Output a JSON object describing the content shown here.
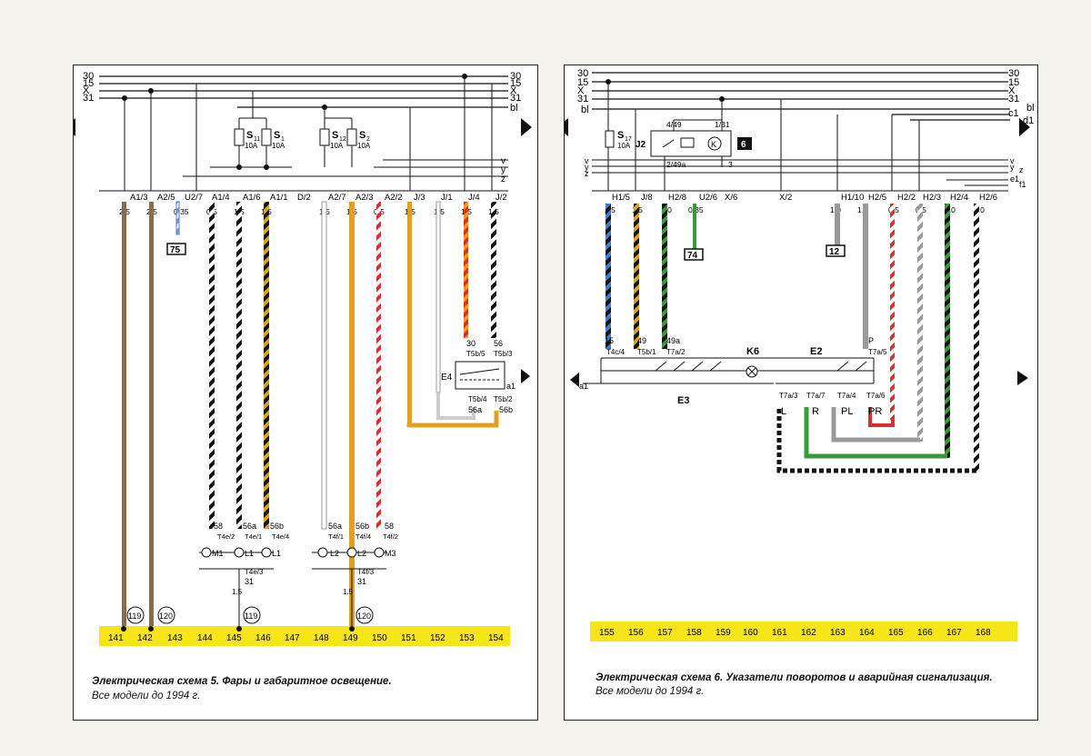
{
  "left": {
    "bus_labels_left": [
      "30",
      "15",
      "X",
      "31"
    ],
    "bus_labels_right": [
      "30",
      "15",
      "X",
      "31",
      "bl"
    ],
    "fuses": [
      {
        "name": "S",
        "sub": "11",
        "rating": "10A"
      },
      {
        "name": "S",
        "sub": "1",
        "rating": "10A"
      },
      {
        "name": "S",
        "sub": "12",
        "rating": "10A"
      },
      {
        "name": "S",
        "sub": "2",
        "rating": "10A"
      }
    ],
    "rail_labels": [
      "v",
      "y",
      "z"
    ],
    "terminals": [
      "A1/3",
      "A2/5",
      "U2/7",
      "A1/4",
      "A1/6",
      "A1/1",
      "D/2",
      "A2/7",
      "A2/3",
      "A2/2",
      "J/3",
      "J/1",
      "J/4",
      "J/2"
    ],
    "gauges": [
      "2.5",
      "2.5",
      "0.35",
      "0.5",
      "1.5",
      "1.5",
      "1.5",
      "1.5",
      "0.5",
      "1.5",
      "1.5",
      "1.5",
      "1.5"
    ],
    "ref_box": "75",
    "switch_name": "E4",
    "switch_labels": [
      "30",
      "T5b/5",
      "56",
      "T5b/3",
      "a1",
      "T5b/4",
      "T5b/2",
      "56a",
      "56b"
    ],
    "lamps": [
      {
        "pin": "58",
        "conn": "T4e/2",
        "name": "M1"
      },
      {
        "pin": "56a",
        "conn": "T4e/1",
        "name": "L1"
      },
      {
        "pin": "56b",
        "conn": "T4e/4",
        "name": "L1"
      },
      {
        "pin": "56a",
        "conn": "T4f/1",
        "name": "L2"
      },
      {
        "pin": "56b",
        "conn": "T4f/4",
        "name": "L2"
      },
      {
        "pin": "58",
        "conn": "T4f/2",
        "name": "M3"
      }
    ],
    "ground_labels": [
      "T4e/3",
      "31",
      "1.5",
      "T4f/3",
      "31",
      "1.5"
    ],
    "circles": [
      "119",
      "120",
      "119",
      "120"
    ],
    "numbers": [
      "141",
      "142",
      "143",
      "144",
      "145",
      "146",
      "147",
      "148",
      "149",
      "150",
      "151",
      "152",
      "153",
      "154"
    ],
    "caption_title": "Электрическая схема 5. Фары и габаритное освещение.",
    "caption_sub": "Все модели до 1994 г."
  },
  "right": {
    "bus_labels_left": [
      "30",
      "15",
      "X",
      "31",
      "bl"
    ],
    "bus_labels_right": [
      "30",
      "15",
      "X",
      "31",
      "bl",
      "c1",
      "d1"
    ],
    "fuse": {
      "name": "S",
      "sub": "17",
      "rating": "10A"
    },
    "relay": {
      "name": "J2",
      "pins": [
        "4/49",
        "1/31",
        "2/49a",
        "3"
      ],
      "badge": "6"
    },
    "rail_labels_left": [
      "v",
      "y",
      "z"
    ],
    "rail_labels_right": [
      "v",
      "y",
      "z",
      "e1",
      "f1"
    ],
    "terminals": [
      "H1/5",
      "J/8",
      "H2/8",
      "U2/6",
      "X/6",
      "X/2",
      "H1/10",
      "H2/5",
      "H2/2",
      "H2/3",
      "H2/4",
      "H2/6"
    ],
    "gauges": [
      "1.5",
      "1.5",
      "1.0",
      "0.35",
      "1.0",
      "1.0",
      "0.5",
      "0.5",
      "1.0",
      "1.0"
    ],
    "ref_boxes": [
      "74",
      "12"
    ],
    "switch_labels": [
      "15",
      "T4c/4",
      "49",
      "T5b/1",
      "49a",
      "T7a/2",
      "K6",
      "E2",
      "P",
      "T7a/5",
      "a1",
      "E3",
      "T7a/3",
      "T7a/7",
      "T7a/4",
      "T7a/6",
      "L",
      "R",
      "PL",
      "PR"
    ],
    "numbers": [
      "155",
      "156",
      "157",
      "158",
      "159",
      "160",
      "161",
      "162",
      "163",
      "164",
      "165",
      "166",
      "167",
      "168"
    ],
    "caption_title": "Электрическая схема 6. Указатели поворотов и аварийная сигнализация.",
    "caption_sub": "Все модели до 1994 г."
  },
  "colors": {
    "highlight": "#f6e619",
    "brown": "#8b6b4a",
    "orange": "#e0a020",
    "blue": "#3a7fd0",
    "green": "#3a9a3a",
    "red": "#d83030",
    "grey": "#9a9a9a"
  }
}
